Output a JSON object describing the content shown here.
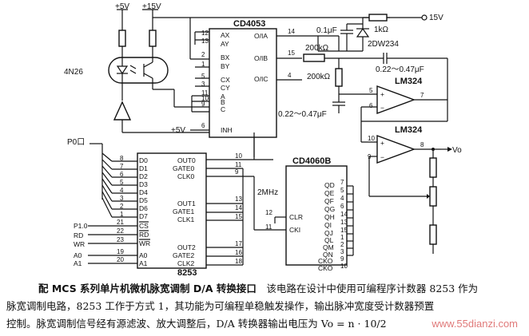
{
  "labels": {
    "chip_cd4053": "CD4053",
    "chip_cd4060b": "CD4060B",
    "chip_8253": "8253",
    "opto": "4N26",
    "opamp1": "LM324",
    "opamp2": "LM324",
    "supply_5v": "+5V",
    "supply_15v_top": "+15V",
    "supply_15v_right": "15V",
    "inh_5v": "+5V",
    "port_p0": "P0口",
    "clock_2mhz": "2MHz",
    "output_vo": "Vo",
    "r_1k": "1kΩ",
    "c_01": "0.1μF",
    "zener": "2DW234",
    "r_200k_1": "200kΩ",
    "r_200k_2": "200kΩ",
    "c_022_top": "0.22～0.47μF",
    "c_022_bot": "0.22～0.47μF"
  },
  "cd4053_pins": {
    "p12": "12",
    "ax": "AX",
    "p13": "13",
    "ay": "AY",
    "p2": "2",
    "bx": "BX",
    "p1": "1",
    "by": "BY",
    "p5": "5",
    "cx": "CX",
    "p3": "3",
    "cy": "CY",
    "p11": "11",
    "a": "A",
    "p10": "10",
    "b": "B",
    "p9": "9",
    "c": "C",
    "p6": "6",
    "inh": "INH",
    "p14": "14",
    "oia": "O/IA",
    "p15": "15",
    "oib": "O/IB",
    "p4": "4",
    "oic": "O/IC"
  },
  "pins_8253": {
    "d0": "D0",
    "d1": "D1",
    "d2": "D2",
    "d3": "D3",
    "d4": "D4",
    "d5": "D5",
    "d6": "D6",
    "d7": "D7",
    "n8": "8",
    "n7": "7",
    "n6": "6",
    "n5": "5",
    "n4": "4",
    "n3": "3",
    "n2": "2",
    "n1": "1",
    "cs": "CS",
    "rd": "RD",
    "wr": "WR",
    "a0": "A0",
    "a1": "A1",
    "n21": "21",
    "n22": "22",
    "n23": "23",
    "n19": "19",
    "n20": "20",
    "p10": "P1.0",
    "rd_in": "RD",
    "wr_in": "WR",
    "a0_in": "A0",
    "a1_in": "A1",
    "out0": "OUT0",
    "gate0": "GATE0",
    "clk0": "CLK0",
    "out1": "OUT1",
    "gate1": "GATE1",
    "clk1": "CLK1",
    "out2": "OUT2",
    "gate2": "GATE2",
    "clk2": "CLK2",
    "n10": "10",
    "n11": "11",
    "n9": "9",
    "n13": "13",
    "n14": "14",
    "n15": "15",
    "n17": "17",
    "n16": "16",
    "n18": "18"
  },
  "cd4060_pins": {
    "clr": "CLR",
    "cki": "CKI",
    "n12": "12",
    "n11": "11",
    "qd": "QD",
    "qe": "QE",
    "qf": "QF",
    "qg": "QG",
    "qh": "QH",
    "qi": "QI",
    "qj": "QJ",
    "ql": "QL",
    "qm": "QM",
    "qn": "QN",
    "cko1": "CKO",
    "cko2": "CKO",
    "n7": "7",
    "n5": "5",
    "n4": "4",
    "n6": "6",
    "n14": "14",
    "n13": "13",
    "n15": "15",
    "n1": "1",
    "n2": "2",
    "n3": "3",
    "n9": "9",
    "n10": "10"
  },
  "opamp_pins": {
    "u1_n5": "5",
    "u1_n6": "6",
    "u1_n7": "7",
    "u2_n10": "10",
    "u2_n9": "9",
    "u2_n8": "8"
  },
  "caption": {
    "title": "配 MCS 系列单片机微机脉宽调制 D/A 转换接口",
    "line1": "该电路在设计中使用可编程序计数器 8253 作为",
    "line2": "脉宽调制电路，8253 工作于方式 1，其功能为可编程单稳触发操作，输出脉冲宽度受计数器预置",
    "line3": "控制。脉宽调制信号经有源滤波、放大调整后，D/A 转换器输出电压为 Vo = n · 10/2"
  },
  "watermark": "www.55dianzi.com"
}
